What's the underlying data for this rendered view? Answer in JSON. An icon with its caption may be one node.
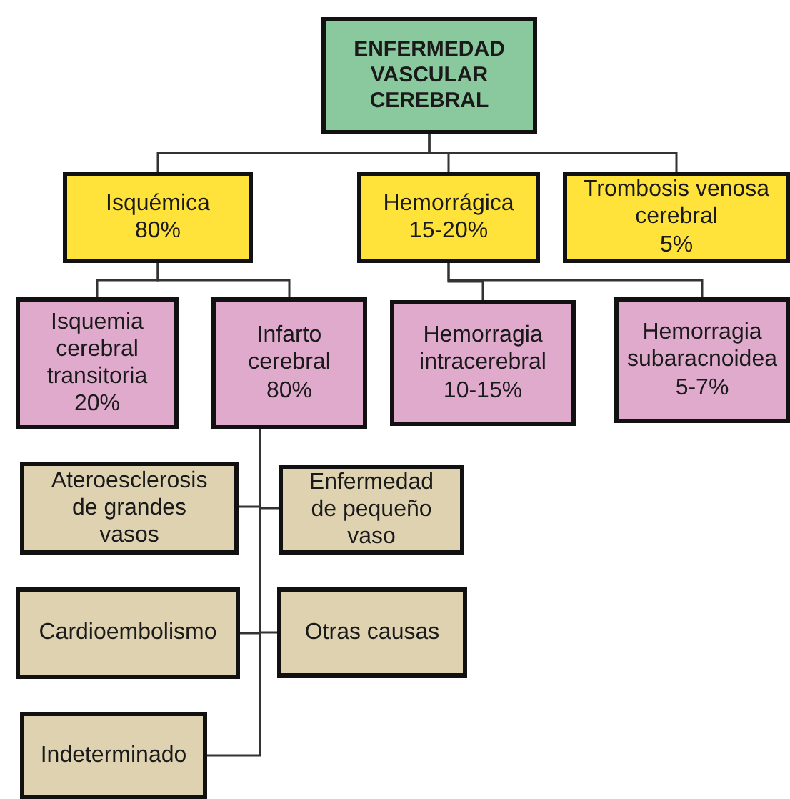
{
  "diagram": {
    "nodes": [
      {
        "text": [
          "ENFERMEDAD VASCULAR CEREBRAL"
        ]
      },
      {
        "text": [
          "Isquémica",
          "80%"
        ]
      },
      {
        "text": [
          "Hemorrágica",
          "15-20%"
        ]
      },
      {
        "text": [
          "Trombosis venosa cerebral",
          "5%"
        ]
      },
      {
        "text": [
          "Isquemia cerebral transitoria",
          "20%"
        ]
      },
      {
        "text": [
          "Infarto cerebral",
          "80%"
        ]
      },
      {
        "text": [
          "Hemorragia intracerebral",
          "10-15%"
        ]
      },
      {
        "text": [
          "Hemorragia subaracnoidea",
          "5-7%"
        ]
      },
      {
        "text": [
          "Ateroesclerosis de grandes vasos"
        ]
      },
      {
        "text": [
          "Enfermedad de pequeño vaso"
        ]
      },
      {
        "text": [
          "Cardioembolismo"
        ]
      },
      {
        "text": [
          "Otras causas"
        ]
      },
      {
        "text": [
          "Indeterminado"
        ]
      }
    ],
    "edges": [
      {
        "from": 0,
        "to": 1,
        "arrow": "none"
      },
      {
        "from": 0,
        "to": 2,
        "arrow": "none"
      },
      {
        "from": 0,
        "to": 3,
        "arrow": "none"
      },
      {
        "from": 1,
        "to": 4,
        "arrow": "none"
      },
      {
        "from": 1,
        "to": 5,
        "arrow": "none"
      },
      {
        "from": 2,
        "to": 6,
        "arrow": "none"
      },
      {
        "from": 2,
        "to": 7,
        "arrow": "none"
      },
      {
        "from": 5,
        "to": 8,
        "arrow": "none"
      },
      {
        "from": 5,
        "to": 9,
        "arrow": "none"
      },
      {
        "from": 5,
        "to": 10,
        "arrow": "none"
      },
      {
        "from": 5,
        "to": 11,
        "arrow": "none"
      },
      {
        "from": 5,
        "to": 12,
        "arrow": "none"
      }
    ]
  }
}
